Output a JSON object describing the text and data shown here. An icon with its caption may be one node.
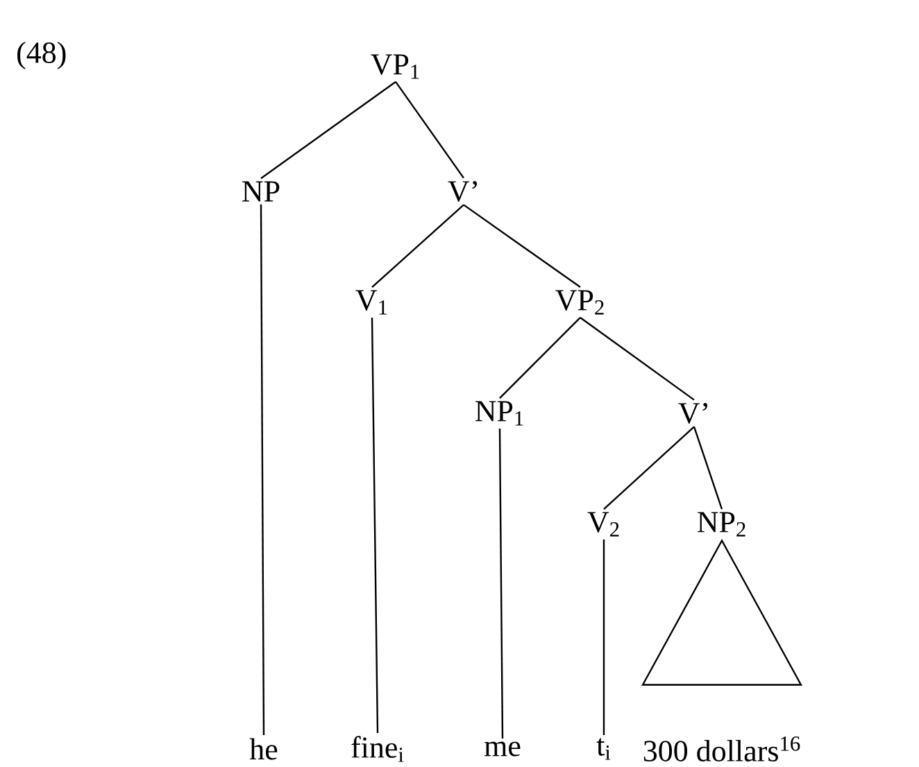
{
  "diagram": {
    "nodes": [
      {
        "text": [
          "VP$_{1}$"
        ]
      },
      {
        "text": [
          "NP"
        ]
      },
      {
        "text": [
          "V’"
        ]
      },
      {
        "text": [
          "V$_{1}$"
        ]
      },
      {
        "text": [
          "VP$_{2}$"
        ]
      },
      {
        "text": [
          "NP$_{1}$"
        ]
      },
      {
        "text": [
          "V’"
        ]
      },
      {
        "text": [
          "V$_{2}$"
        ]
      },
      {
        "text": [
          "NP$_{2}$"
        ]
      },
      {
        "text": [],
        "shape": "triangle"
      },
      {
        "text": [
          "he"
        ]
      },
      {
        "text": [
          "fine$_{i}$"
        ]
      },
      {
        "text": [
          "me"
        ]
      },
      {
        "text": [
          "t$_{i}$"
        ]
      },
      {
        "text": [
          "300 dollars$^{16}$"
        ]
      }
    ],
    "edges": [
      {
        "from": 0,
        "to": 1,
        "arrow": "none"
      },
      {
        "from": 0,
        "to": 2,
        "arrow": "none"
      },
      {
        "from": 2,
        "to": 3,
        "arrow": "none"
      },
      {
        "from": 2,
        "to": 4,
        "arrow": "none"
      },
      {
        "from": 4,
        "to": 5,
        "arrow": "none"
      },
      {
        "from": 4,
        "to": 6,
        "arrow": "none"
      },
      {
        "from": 6,
        "to": 7,
        "arrow": "none"
      },
      {
        "from": 6,
        "to": 8,
        "arrow": "none"
      },
      {
        "from": 1,
        "to": 10,
        "arrow": "none"
      },
      {
        "from": 3,
        "to": 11,
        "arrow": "none"
      },
      {
        "from": 5,
        "to": 12,
        "arrow": "none"
      },
      {
        "from": 7,
        "to": 13,
        "arrow": "none"
      }
    ],
    "labels": [
      "(48)"
    ]
  }
}
